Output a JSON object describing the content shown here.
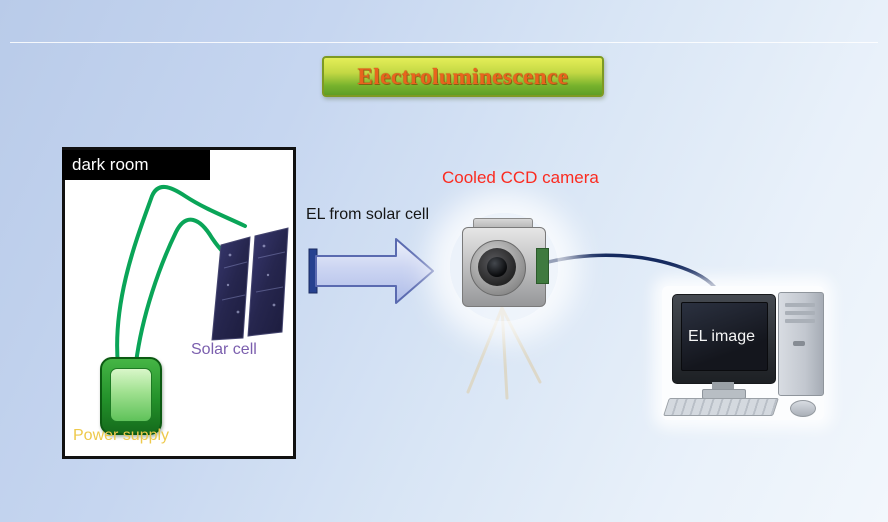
{
  "slide": {
    "title": "Electroluminescence",
    "dark_room": {
      "label": "dark room"
    },
    "solar_cell": {
      "label": "Solar cell"
    },
    "power_supply": {
      "label": "Power supply"
    },
    "arrow": {
      "label": "EL from solar cell"
    },
    "camera": {
      "label": "Cooled CCD camera"
    },
    "monitor": {
      "screen_text": "EL image"
    },
    "colors": {
      "title_text": "#e8641e",
      "title_banner_top": "#e4ee58",
      "title_banner_bottom": "#5f9e25",
      "camera_label": "#fb2b20",
      "solar_cell_label": "#7b5fae",
      "power_supply_label": "#eec94b",
      "wire_green": "#0aa558",
      "cable_navy": "#152a5f",
      "arrow_fill_light": "#eef1fb",
      "arrow_fill_dark": "#aebce8",
      "arrow_outline": "#5a6ab0",
      "background_top": "#b9cbe9",
      "background_bottom": "#f2f7fc"
    }
  }
}
